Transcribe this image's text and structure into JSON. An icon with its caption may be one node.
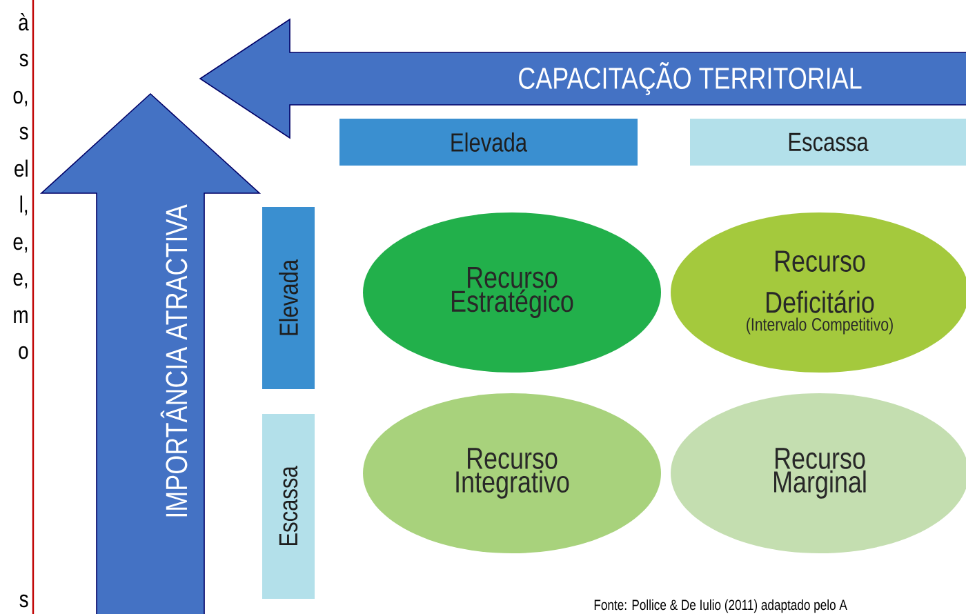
{
  "diagram": {
    "nodes": [
      {
        "text": [
          "Elevada"
        ]
      },
      {
        "text": [
          "Escassa"
        ]
      },
      {
        "text": [
          "Elevada"
        ]
      },
      {
        "text": [
          "Escassa"
        ]
      },
      {
        "text": [
          "Recurso Estratégico"
        ]
      },
      {
        "text": [
          "Recurso Deficitário",
          "(Intervalo Competitivo)"
        ]
      },
      {
        "text": [
          "Recurso Integrativo"
        ]
      },
      {
        "text": [
          "Recurso Marginal"
        ]
      }
    ],
    "labels": [
      "à",
      "s",
      "o,",
      "s",
      "el",
      "l,",
      "e,",
      "e,",
      "m",
      "o",
      "s",
      "CAPACITAÇÃO TERRITORIAL",
      "IMPORTÂNCIA ATRACTIVA",
      "Fonte: Pollice & De Iulio (2011) adaptado pelo A"
    ]
  }
}
